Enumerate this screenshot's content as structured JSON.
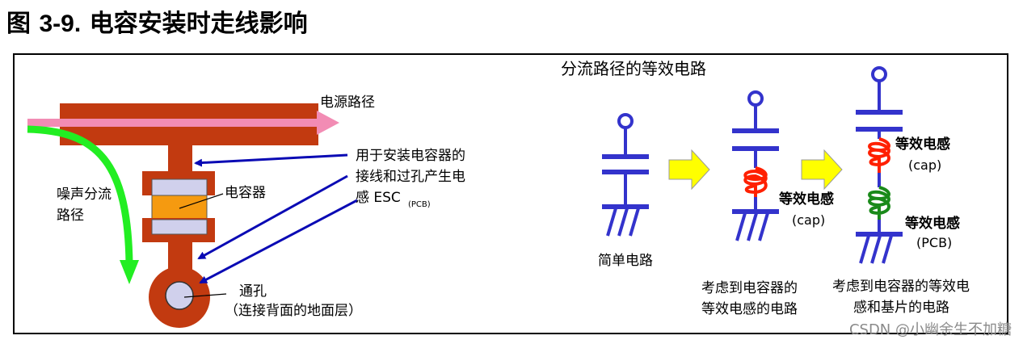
{
  "figure": {
    "number": "3-9.",
    "prefix": "图",
    "title": "电容安装时走线影响"
  },
  "left_diagram": {
    "power_path_label": "电源路径",
    "noise_path_label_line1": "噪声分流",
    "noise_path_label_line2": "路径",
    "capacitor_label": "电容器",
    "esc_label_line1": "用于安装电容器的",
    "esc_label_line2": "接线和过孔产生电",
    "esc_label_line3": "感 ESC",
    "esc_subscript": "(PCB)",
    "via_label_line1": "通孔",
    "via_label_line2": "（连接背面的地面层）"
  },
  "right_diagram": {
    "heading": "分流路径的等效电路",
    "circuit1_caption": "简单电路",
    "circuit2_inductor_label": "等效电感",
    "circuit2_inductor_sub": "(cap)",
    "circuit2_caption_line1": "考虑到电容器的",
    "circuit2_caption_line2": "等效电感的电路",
    "circuit3_inductor1_label": "等效电感",
    "circuit3_inductor1_sub": "(cap)",
    "circuit3_inductor2_label": "等效电感",
    "circuit3_inductor2_sub": "(PCB)",
    "circuit3_caption_line1": "考虑到电容器的等效电",
    "circuit3_caption_line2": "感和基片的电路"
  },
  "watermark": "CSDN @小幽余生不加糖",
  "colors": {
    "trace": "#c23a10",
    "power_arrow": "#f28cb4",
    "noise_arrow": "#22ee22",
    "pointer": "#0a0ab4",
    "cap_body": "#f59a10",
    "pad": "#d0d0ec",
    "circuit": "#3333cc",
    "inductor_red": "#ff2000",
    "inductor_green": "#1a8a1a",
    "flow_arrow": "#ffff00"
  }
}
